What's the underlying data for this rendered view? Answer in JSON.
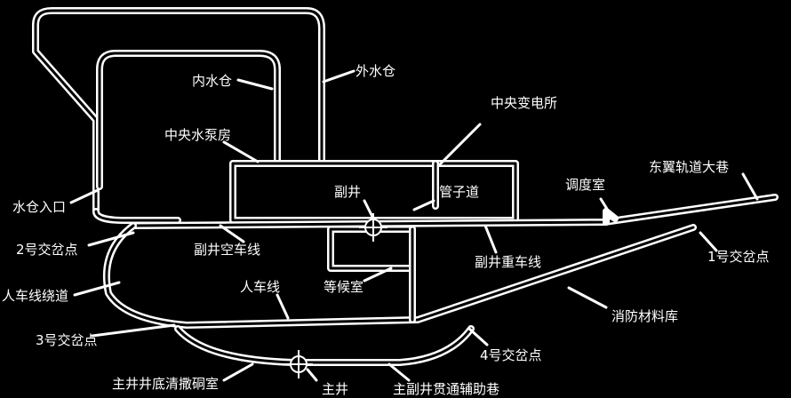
{
  "colors": {
    "background": "#000000",
    "line": "#ffffff"
  },
  "labels": {
    "inner_sump": "内水仓",
    "outer_sump": "外水仓",
    "central_substation": "中央变电所",
    "central_pump_room": "中央水泵房",
    "east_wing_roadway": "东翼轨道大巷",
    "dispatch_room": "调度室",
    "sump_entrance": "水仓入口",
    "auxiliary_shaft": "副井",
    "pipe_way": "管子道",
    "junction_2": "2号交岔点",
    "aux_shaft_empty_track": "副井空车线",
    "aux_shaft_loaded_track": "副井重车线",
    "junction_1": "1号交岔点",
    "manway_bypass": "人车线绕道",
    "personnel_track": "人车线",
    "waiting_room": "等候室",
    "fire_materials_store": "消防材料库",
    "junction_3": "3号交岔点",
    "junction_4": "4号交岔点",
    "main_shaft_sump_cleaning": "主井井底清撒硐室",
    "main_shaft": "主井",
    "main_aux_connecting_roadway": "主副井贯通辅助巷"
  }
}
